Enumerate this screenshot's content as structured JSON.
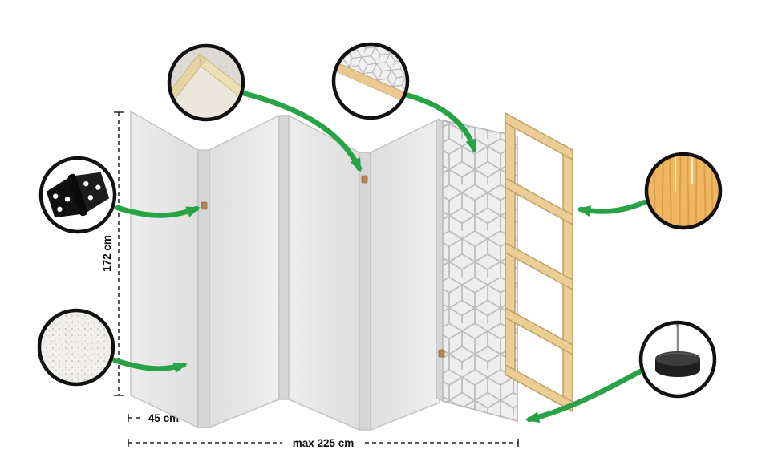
{
  "diagram": {
    "dimension_labels": {
      "height": "172 cm",
      "panel_width": "45 cm",
      "max_width": "max 225 cm"
    },
    "callouts": [
      {
        "icon": "frame-corner-icon"
      },
      {
        "icon": "pattern-fabric-icon"
      },
      {
        "icon": "hinge-icon"
      },
      {
        "icon": "fabric-texture-icon"
      },
      {
        "icon": "wood-texture-icon"
      },
      {
        "icon": "foot-pad-icon"
      }
    ],
    "colors": {
      "arrow_green": "#27a244",
      "panel_gray": "#e9e9e9",
      "wood_frame": "#ebcd96",
      "wood_texture": "#efb761",
      "hardware_black": "#141414",
      "outline_black": "#111111"
    }
  }
}
